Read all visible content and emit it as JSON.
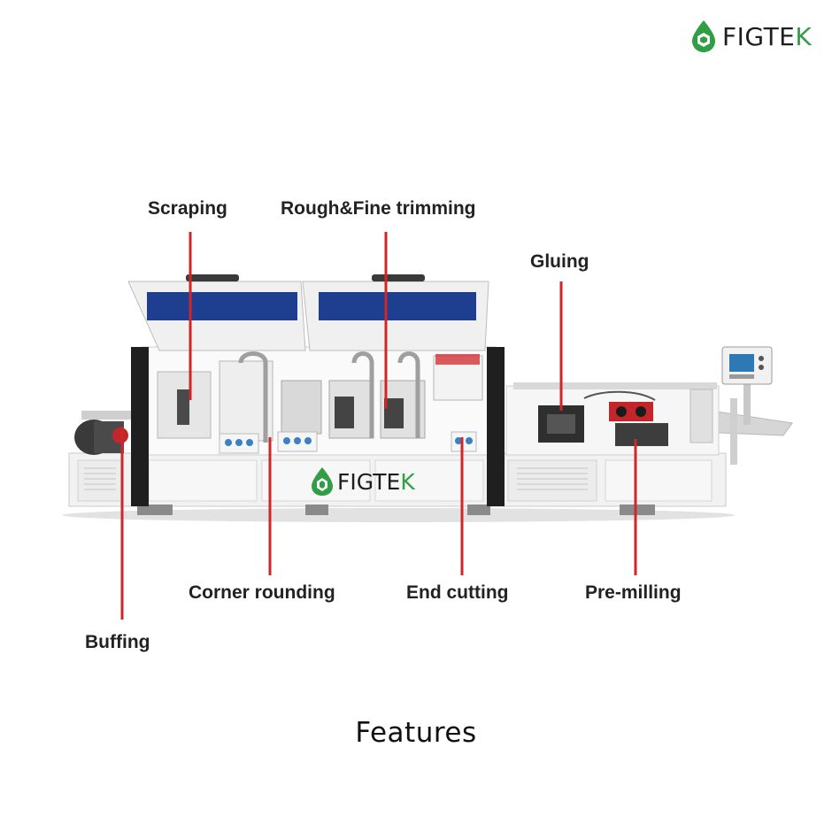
{
  "brand": {
    "name": "FIGTEK",
    "name_main": "FIGTE",
    "name_accent": "K",
    "accent_color": "#2f9e44"
  },
  "diagram": {
    "labels": {
      "scraping": "Scraping",
      "rough_fine_trimming": "Rough&Fine trimming",
      "gluing": "Gluing",
      "buffing": "Buffing",
      "corner_rounding": "Corner rounding",
      "end_cutting": "End cutting",
      "pre_milling": "Pre-milling"
    },
    "leader_color": "#d0262a",
    "panel_color": "#1e3e8f"
  },
  "caption": "Features"
}
